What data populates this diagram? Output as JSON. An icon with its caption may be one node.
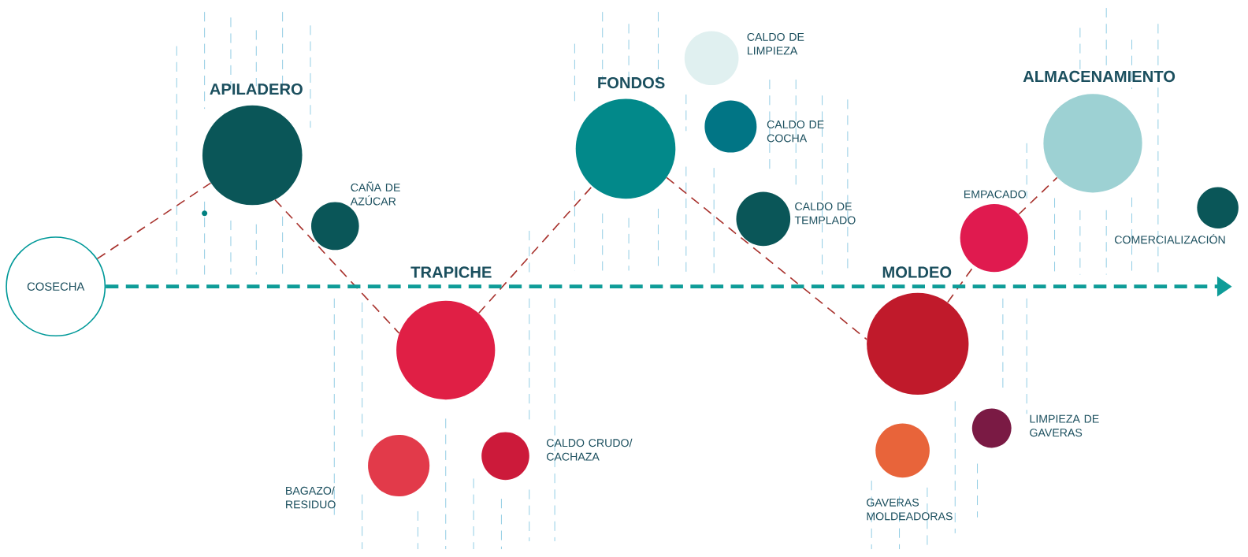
{
  "diagram": {
    "nodes": [
      {
        "text": [
          "COSECHA"
        ]
      },
      {
        "text": [
          "APILADERO"
        ]
      },
      {
        "text": [
          "CAÑA DE AZÚCAR"
        ]
      },
      {
        "text": [
          "TRAPICHE"
        ]
      },
      {
        "text": [
          "BAGAZO/ RESIDUO"
        ]
      },
      {
        "text": [
          "CALDO CRUDO/ CACHAZA"
        ]
      },
      {
        "text": [
          "FONDOS"
        ]
      },
      {
        "text": [
          "CALDO DE LIMPIEZA"
        ]
      },
      {
        "text": [
          "CALDO DE COCHA"
        ]
      },
      {
        "text": [
          "CALDO DE TEMPLADO"
        ]
      },
      {
        "text": [
          "MOLDEO"
        ]
      },
      {
        "text": [
          "GAVERAS MOLDEADORAS"
        ]
      },
      {
        "text": [
          "LIMPIEZA DE GAVERAS"
        ]
      },
      {
        "text": [
          "EMPACADO"
        ]
      },
      {
        "text": [
          "ALMACENAMIENTO"
        ]
      },
      {
        "text": [
          "COMERCIALIZACIÓN"
        ]
      }
    ],
    "edges": [
      {
        "from": 0,
        "to": 1,
        "arrow": "none",
        "style": "dashed"
      },
      {
        "from": 1,
        "to": 3,
        "arrow": "none",
        "style": "dashed"
      },
      {
        "from": 3,
        "to": 6,
        "arrow": "none",
        "style": "dashed"
      },
      {
        "from": 6,
        "to": 10,
        "arrow": "none",
        "style": "dashed"
      },
      {
        "from": 10,
        "to": 13,
        "arrow": "none",
        "style": "dashed"
      },
      {
        "from": 13,
        "to": 14,
        "arrow": "none",
        "style": "dashed"
      },
      {
        "from": 0,
        "to": null,
        "arrow": "to",
        "style": "dashed",
        "color": "#0e9c98"
      }
    ]
  }
}
